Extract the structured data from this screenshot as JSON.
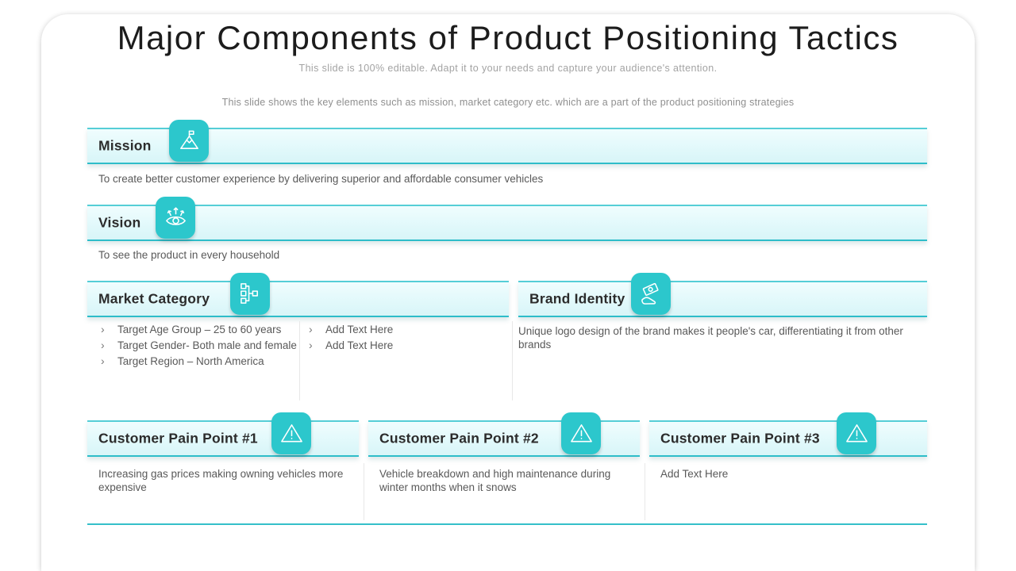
{
  "slide": {
    "title": "Major Components of Product Positioning Tactics",
    "subtitle": "This slide is 100% editable. Adapt it to your needs and capture your audience's attention.",
    "description": "This slide shows the key elements such as mission, market category etc. which are a part of the product positioning strategies",
    "colors": {
      "accent_teal": "#2CC7CC",
      "header_fill": "#E2F9FB",
      "header_border_top": "#55CED7",
      "header_border_bottom": "#2EBDC9",
      "bottom_rule": "#35BFC9",
      "heading_text": "#2C2C2C",
      "body_text": "#595959"
    }
  },
  "sections": {
    "mission": {
      "label": "Mission",
      "icon": "mountain-flag-icon",
      "body": "To create better customer experience by delivering superior and affordable consumer vehicles"
    },
    "vision": {
      "label": "Vision",
      "icon": "visionary-eye-icon",
      "body": "To see the product in every household"
    },
    "market_category": {
      "label": "Market Category",
      "icon": "sitemap-icon",
      "bullets_col1": [
        "Target Age Group – 25 to 60 years",
        "Target Gender- Both male and female",
        "Target Region – North America"
      ],
      "bullets_col2": [
        "Add Text Here",
        "Add Text Here"
      ]
    },
    "brand_identity": {
      "label": "Brand Identity",
      "icon": "hand-money-icon",
      "body": "Unique logo design of the brand makes it people's car, differentiating it from other brands"
    },
    "pain_points": [
      {
        "label": "Customer Pain Point #1",
        "icon": "warning-triangle-icon",
        "body": "Increasing gas prices making owning vehicles more expensive"
      },
      {
        "label": "Customer Pain Point #2",
        "icon": "warning-triangle-icon",
        "body": "Vehicle breakdown and high maintenance during winter months when it snows"
      },
      {
        "label": "Customer Pain Point #3",
        "icon": "warning-triangle-icon",
        "body": "Add Text Here"
      }
    ]
  }
}
